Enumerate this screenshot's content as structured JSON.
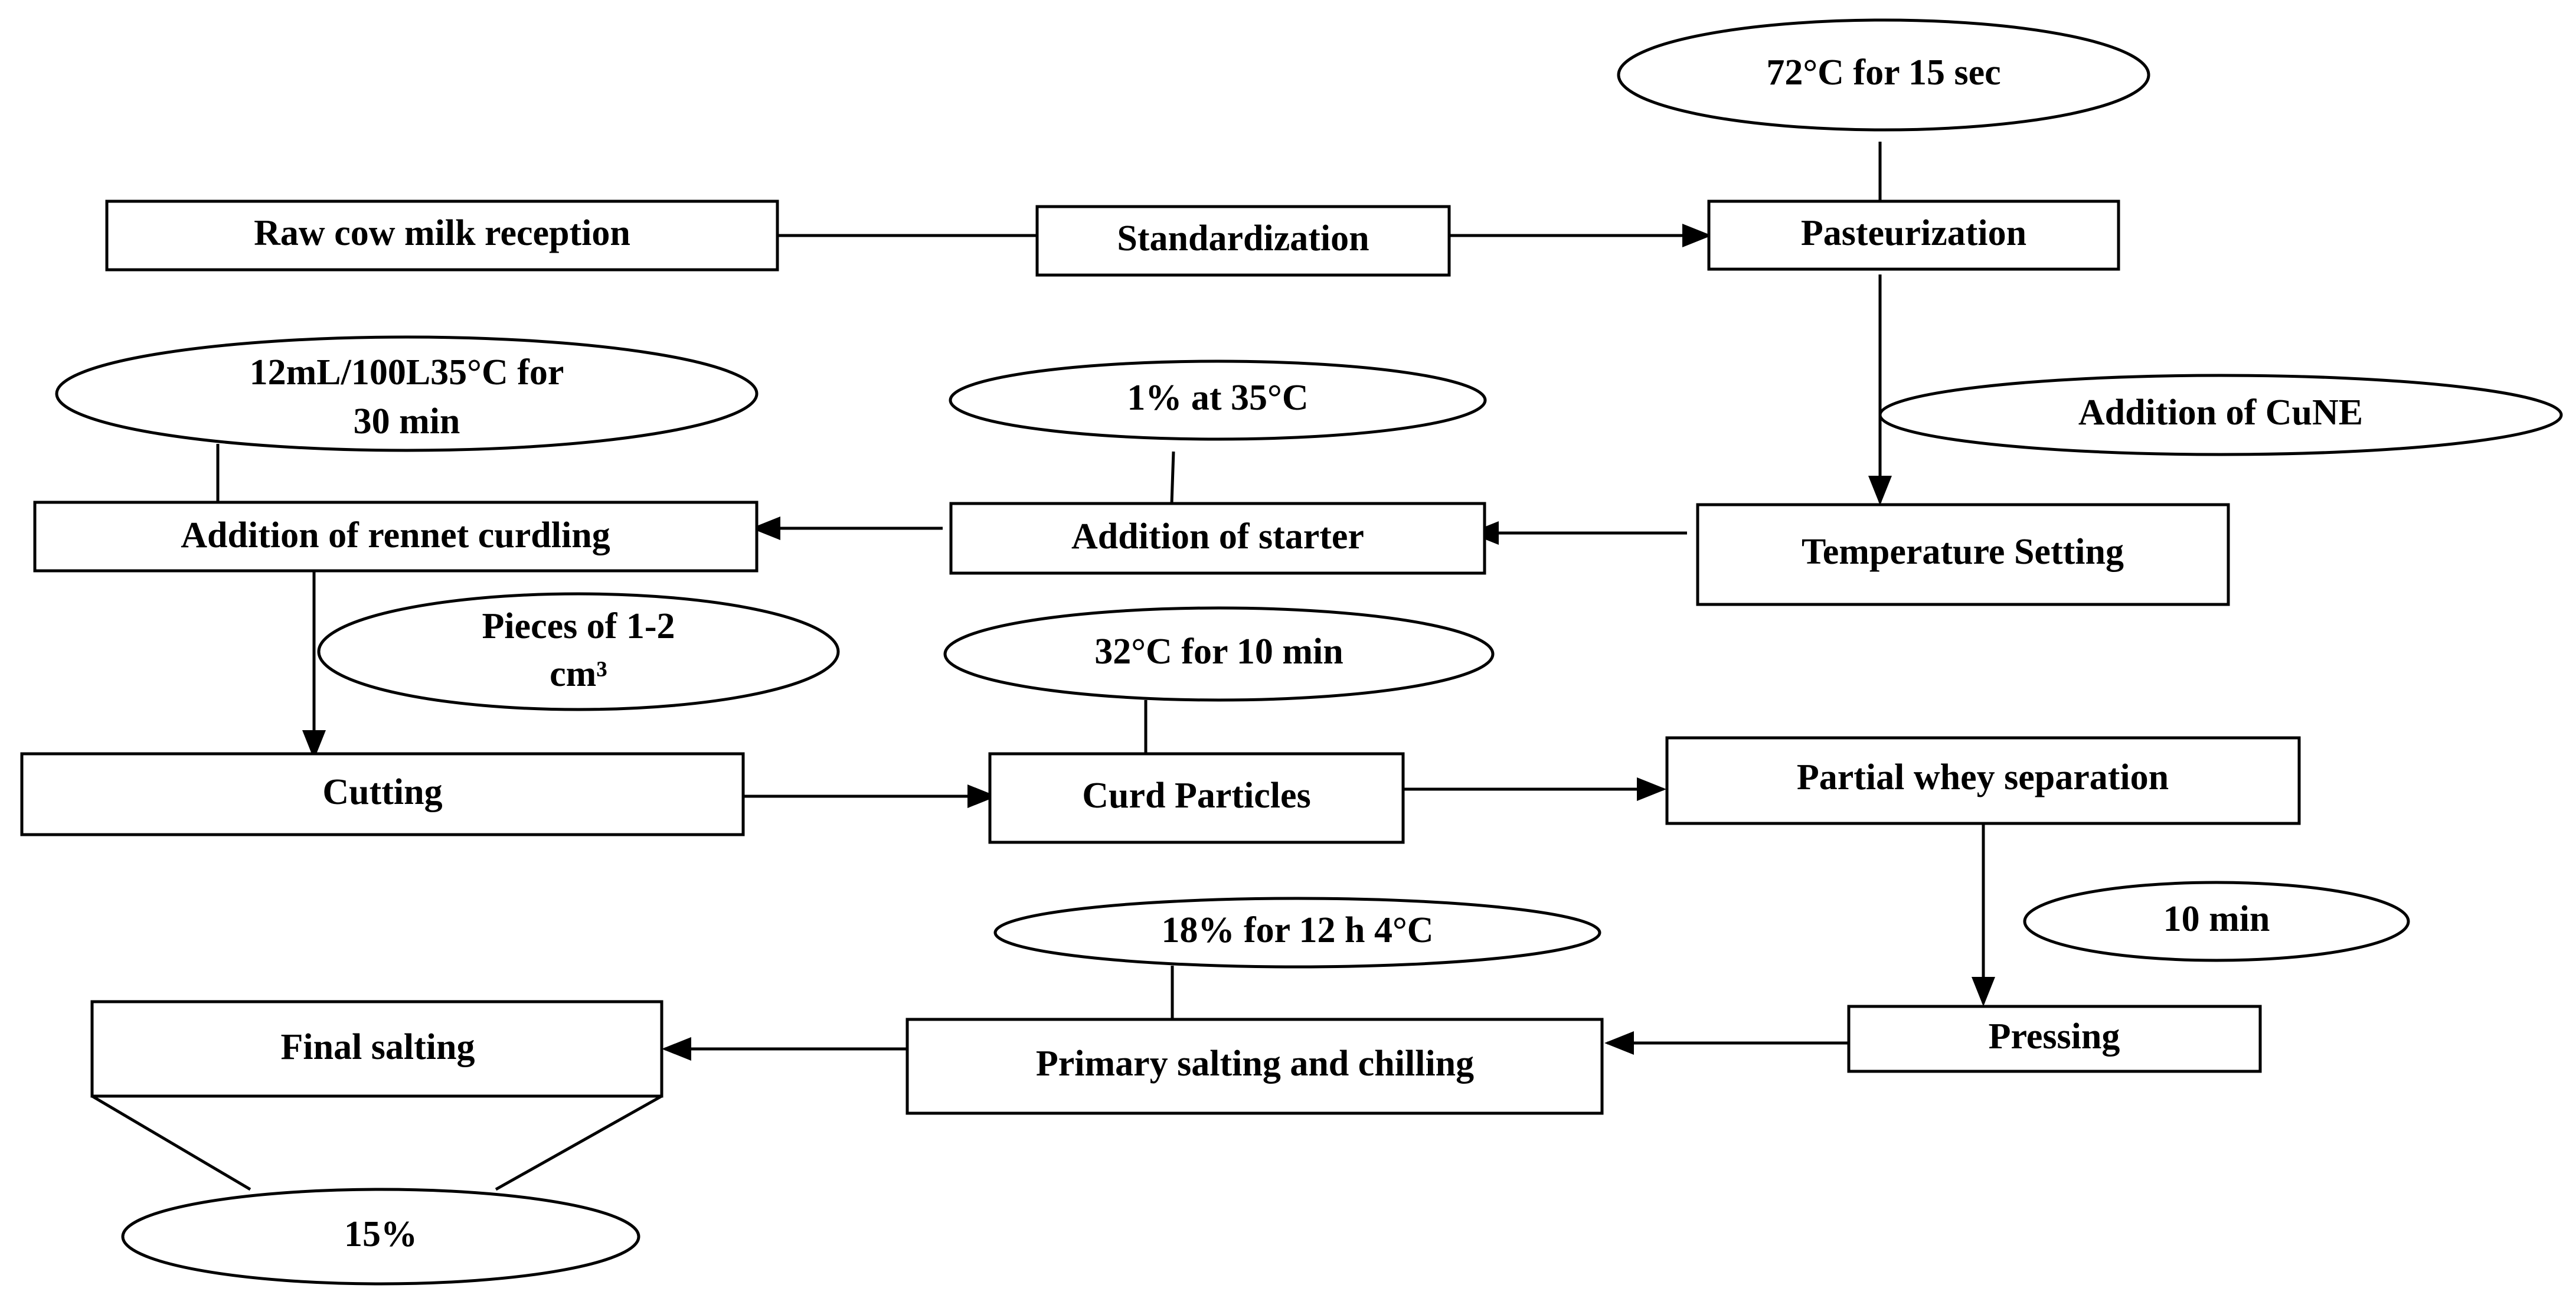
{
  "steps": {
    "raw_milk": "Raw cow milk reception",
    "standardization": "Standardization",
    "pasteurization": "Pasteurization",
    "temperature_setting": "Temperature Setting",
    "addition_starter": "Addition of starter",
    "addition_rennet": "Addition of rennet curdling",
    "cutting": "Cutting",
    "curd_particles": "Curd Particles",
    "partial_whey": "Partial whey separation",
    "pressing": "Pressing",
    "primary_salting": "Primary salting and chilling",
    "final_salting": "Final salting"
  },
  "conditions": {
    "pasteurization": "72°C for 15 sec",
    "cune": "Addition of CuNE",
    "starter": "1% at 35°C",
    "rennet_line1": "12mL/100L35°C  for",
    "rennet_line2": "30 min",
    "cutting_line1": "Pieces of 1-2",
    "cutting_line2": "cm³",
    "curd": "32°C for 10 min",
    "pressing": "10 min",
    "primary_salting": "18% for 12 h 4°C",
    "final_salting": "15%"
  }
}
